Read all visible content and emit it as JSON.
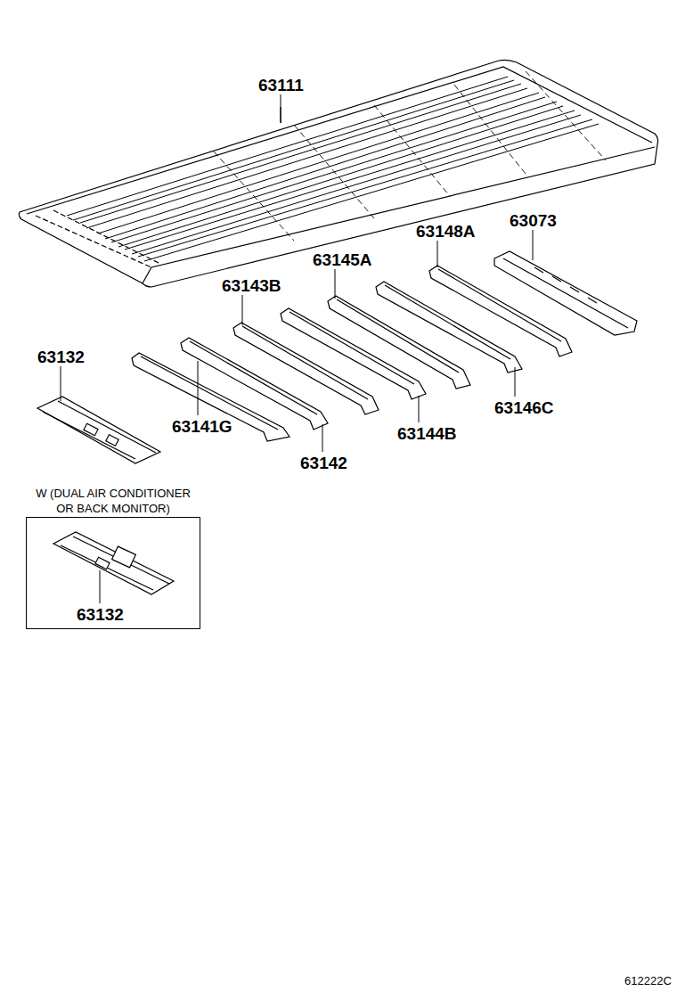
{
  "diagram": {
    "nodes": [
      {
        "text": [
          "W (DUAL AIR CONDITIONER OR BACK MONITOR)",
          "63132"
        ]
      }
    ],
    "labels": [
      "63111",
      "63073",
      "63148A",
      "63145A",
      "63143B",
      "63132",
      "63141G",
      "63142",
      "63144B",
      "63146C",
      "612222C"
    ]
  }
}
